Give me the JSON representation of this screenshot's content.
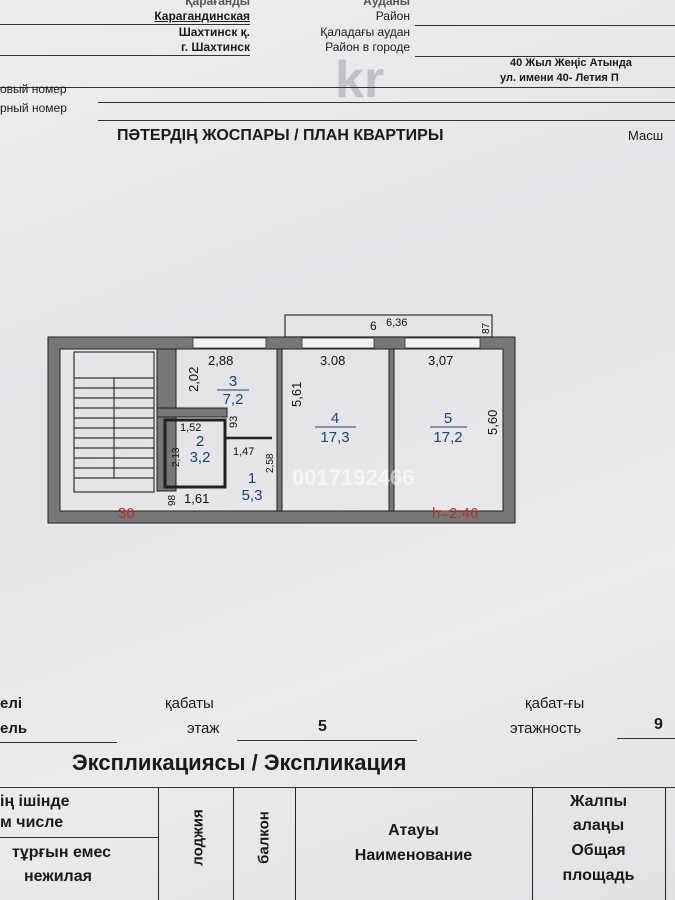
{
  "header": {
    "region_kz": "Қарағанды",
    "district_kz": "Ауданы",
    "region_ru": "Карагандинская",
    "district_ru": "Район",
    "city_kz": "Шахтинск қ.",
    "city_district_kz": "Қаладағы аудан",
    "city_ru": "г. Шахтинск",
    "city_district_ru": "Район в городе",
    "street_kz": "40 Жыл Жеңіс Атында",
    "street_ru": "ул. имени 40- Летия П",
    "house_number_label": "овый номер",
    "apartment_number_label": "рный номер"
  },
  "watermark": "kr",
  "plan": {
    "title": "ПӘТЕРДІҢ ЖОСПАРЫ / ПЛАН КВАРТИРЫ",
    "scale_label": "Масш",
    "rooms": [
      {
        "number": "1",
        "area": "5,3"
      },
      {
        "number": "2",
        "area": "3,2"
      },
      {
        "number": "3",
        "area": "7,2"
      },
      {
        "number": "4",
        "area": "17,3"
      },
      {
        "number": "5",
        "area": "17,2"
      },
      {
        "number": "6",
        "area": "6,36"
      }
    ],
    "dimensions": {
      "r3_width": "2,88",
      "r3_height": "2,02",
      "r4_width": "3.08",
      "r4_height": "5,61",
      "r5_width": "3,07",
      "r5_height": "5,60",
      "r2_width": "1,52",
      "r2_height": "2,13",
      "r1_width": "1,47",
      "r1_height": "2,58",
      "corridor_width": "1,61",
      "wall_93": "93",
      "wall_98": "98",
      "balcony_depth": "87"
    },
    "stair_label": "30",
    "ceiling_height": "h=2.46",
    "stamp_text": "0017192466"
  },
  "floor": {
    "label_kz_partial": "елі",
    "label_ru_partial": "ель",
    "floor_kz": "қабаты",
    "floor_ru": "этаж",
    "floor_value": "5",
    "floors_kz": "қабат-ғы",
    "floors_ru": "этажность",
    "floors_value": "9"
  },
  "explication": {
    "title": "Экспликациясы / Экспликация",
    "columns": {
      "including_kz": "ің ішінде",
      "including_ru": "м числе",
      "nonliving_kz": "тұрғын емес",
      "nonliving_ru": "нежилая",
      "loggia": "лоджия",
      "balcony": "балкон",
      "name_kz": "Атауы",
      "name_ru": "Наименование",
      "total_kz_1": "Жалпы",
      "total_kz_2": "алаңы",
      "total_ru_1": "Общая",
      "total_ru_2": "площадь"
    }
  }
}
